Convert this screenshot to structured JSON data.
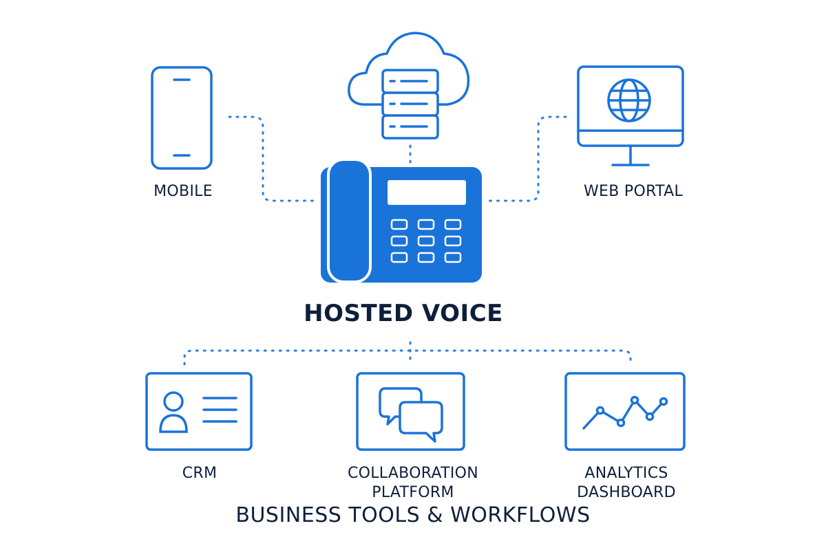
{
  "diagram": {
    "center": {
      "title": "HOSTED VOICE",
      "icon": "desk-phone-icon"
    },
    "cloud": {
      "icon": "cloud-server-icon"
    },
    "nodes": {
      "mobile": {
        "label": "MOBILE",
        "icon": "smartphone-icon"
      },
      "web_portal": {
        "label": "WEB PORTAL",
        "icon": "globe-monitor-icon"
      },
      "crm": {
        "label": "CRM",
        "icon": "contact-card-icon"
      },
      "collaboration": {
        "label_line1": "COLLABORATION",
        "label_line2": "PLATFORM",
        "icon": "chat-bubbles-icon"
      },
      "analytics": {
        "label_line1": "ANALYTICS",
        "label_line2": "DASHBOARD",
        "icon": "line-chart-icon"
      }
    },
    "footer": {
      "title": "BUSINESS TOOLS & WORKFLOWS"
    }
  },
  "colors": {
    "primary": "#1a73d9",
    "text": "#0f1f3a",
    "connector": "#2a7fe0",
    "background": "#ffffff"
  }
}
